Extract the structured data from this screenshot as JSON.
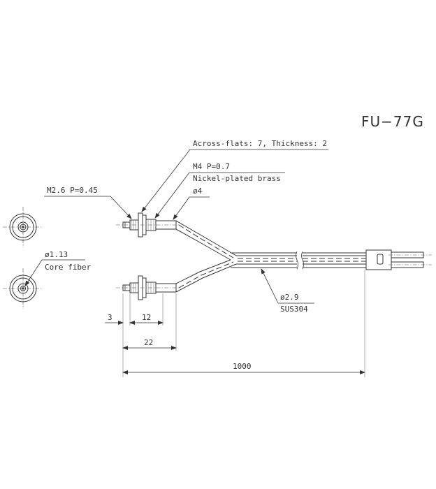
{
  "model": "FU−77G",
  "callouts": {
    "across_flats": "Across-flats: 7, Thickness: 2",
    "thread_m4": "M4  P=0.7",
    "material": "Nickel-plated brass",
    "dia_4": "ø4",
    "thread_m26": "M2.6  P=0.45",
    "dia_113": "ø1.13",
    "core_fiber": "Core fiber",
    "dia_29": "ø2.9",
    "sus": "SUS304"
  },
  "dimensions": {
    "d3": "3",
    "d12": "12",
    "d22": "22",
    "d1000": "1000"
  }
}
